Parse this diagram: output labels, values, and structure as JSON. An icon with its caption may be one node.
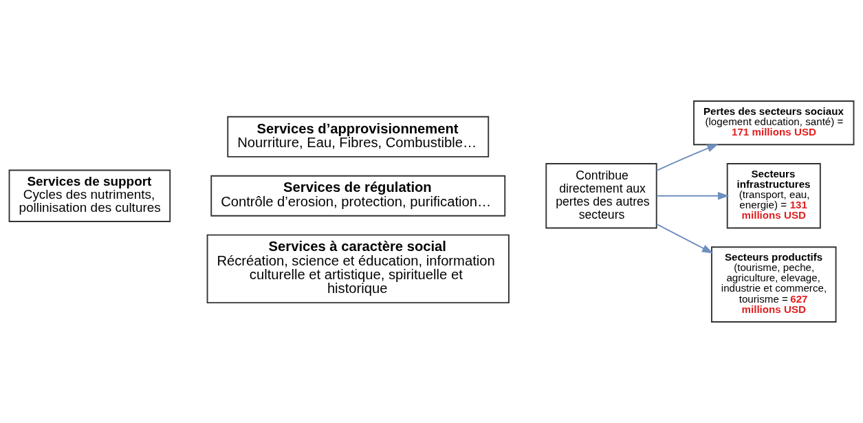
{
  "diagram": {
    "nodes": [
      {
        "text": [
          "Services de support",
          "Cycles des nutriments, pollinisation des cultures"
        ]
      },
      {
        "text": [
          "Services d’approvisionnement",
          "Nourriture, Eau, Fibres, Combustible…"
        ]
      },
      {
        "text": [
          "Services de régulation",
          "Contrôle d’erosion, protection, purification…"
        ]
      },
      {
        "text": [
          "Services à caractère social",
          "Récréation, science et éducation, information culturelle et artistique, spirituelle et historique"
        ]
      },
      {
        "text": [
          "Contribue directement aux pertes des autres secteurs"
        ]
      },
      {
        "text": [
          "Pertes des secteurs sociaux",
          "(logement education, santé) = **171 millions USD**"
        ]
      },
      {
        "text": [
          "Secteurs infrastructures",
          "(transport, eau, energie) = **131 millions USD**"
        ]
      },
      {
        "text": [
          "Secteurs productifs",
          "(tourisme, peche, agriculture, elevage, industrie et commerce, tourisme = **627 millions USD**"
        ]
      }
    ],
    "edges": [
      {
        "from": 4,
        "to": 5,
        "arrow": "to"
      },
      {
        "from": 4,
        "to": 6,
        "arrow": "to"
      },
      {
        "from": 4,
        "to": 7,
        "arrow": "to"
      }
    ]
  }
}
